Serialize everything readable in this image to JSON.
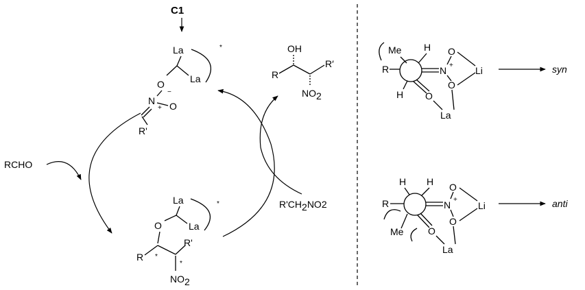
{
  "catalyst": "C1",
  "la": "La",
  "o": "O",
  "n": "N",
  "plus": "+",
  "minus": "−",
  "star": "*",
  "r": "R",
  "r_prime": "R'",
  "r_prime_alt": "R′",
  "oh": "OH",
  "no": "NO",
  "sub2": "2",
  "me": "Me",
  "h": "H",
  "li": "Li",
  "aldehyde": "RCHO",
  "nitroalkane": "R'CH",
  "nitroalkane_tail": "NO2",
  "outcome_top": "syn",
  "outcome_bottom": "anti",
  "colors": {
    "ink": "#000000",
    "background": "#ffffff"
  }
}
